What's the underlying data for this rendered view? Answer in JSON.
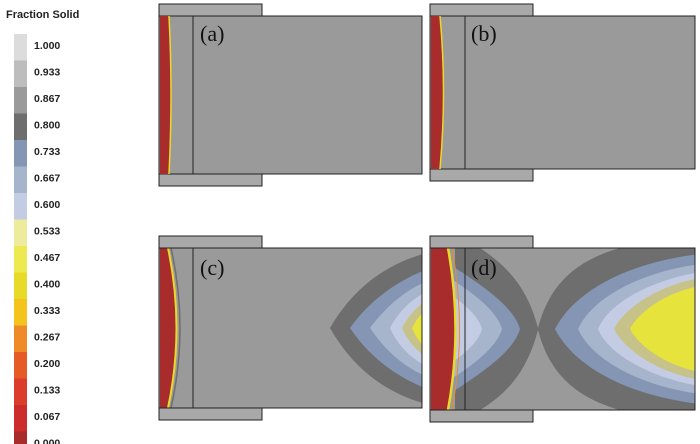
{
  "legend": {
    "title": "Fraction Solid",
    "values": [
      "1.000",
      "0.933",
      "0.867",
      "0.800",
      "0.733",
      "0.667",
      "0.600",
      "0.533",
      "0.467",
      "0.400",
      "0.333",
      "0.267",
      "0.200",
      "0.133",
      "0.067",
      "0.000"
    ],
    "colors": [
      "#dcdcdc",
      "#bdbdbd",
      "#9a9a9a",
      "#6e6e6e",
      "#8496b4",
      "#a6b4cc",
      "#c4cce4",
      "#ecec9c",
      "#ecea50",
      "#e8da28",
      "#f4c41c",
      "#ee8a28",
      "#e65a26",
      "#dc3c2c",
      "#cc2c2c",
      "#a82c2c"
    ]
  },
  "panels": [
    {
      "label": "(a)"
    },
    {
      "label": "(b)"
    },
    {
      "label": "(c)"
    },
    {
      "label": "(d)"
    }
  ],
  "colors": {
    "cast_gray": "#9a9a9a",
    "mold": "#a9a9a9",
    "dark_gray": "#6e6e6e",
    "blue": "#8496b4",
    "light_blue": "#a6b4cc",
    "pale_blue": "#c4cce4",
    "yellow_tan": "#c6c28a",
    "yellow": "#e6e43c",
    "red": "#a82c2c",
    "orange": "#ee8a28"
  }
}
